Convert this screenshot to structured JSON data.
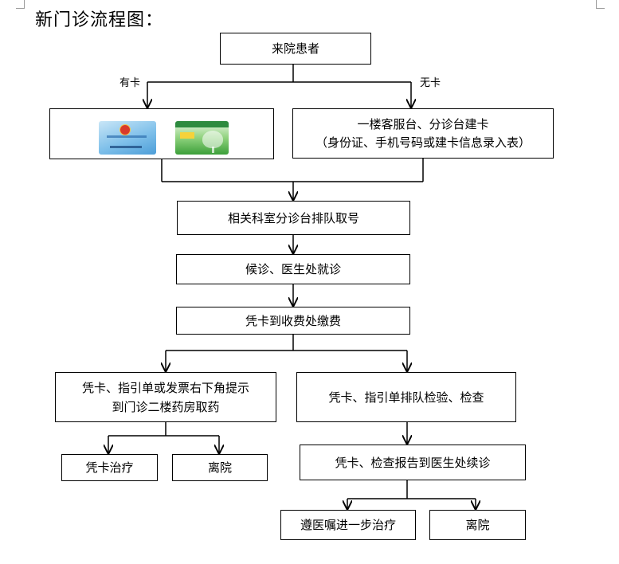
{
  "title": "新门诊流程图：",
  "nodes": {
    "patient": "来院患者",
    "has_card_box": "",
    "no_card_line1": "一楼客服台、分诊台建卡",
    "no_card_line2": "（身份证、手机号码或建卡信息录入表）",
    "queue": "相关科室分诊台排队取号",
    "consult": "候诊、医生处就诊",
    "pay": "凭卡到收费处缴费",
    "pharmacy_line1": "凭卡、指引单或发票右下角提示",
    "pharmacy_line2": "到门诊二楼药房取药",
    "exam": "凭卡、指引单排队检验、检查",
    "treat": "凭卡治疗",
    "leave1": "离院",
    "report": "凭卡、检查报告到医生处续诊",
    "further": "遵医嘱进一步治疗",
    "leave2": "离院"
  },
  "edge_labels": {
    "has_card": "有卡",
    "no_card": "无卡"
  },
  "images": {
    "social_card": "social-security-card-image",
    "medical_card": "medical-card-image"
  },
  "colors": {
    "line": "#000000",
    "box_border": "#000000",
    "background": "#ffffff"
  }
}
